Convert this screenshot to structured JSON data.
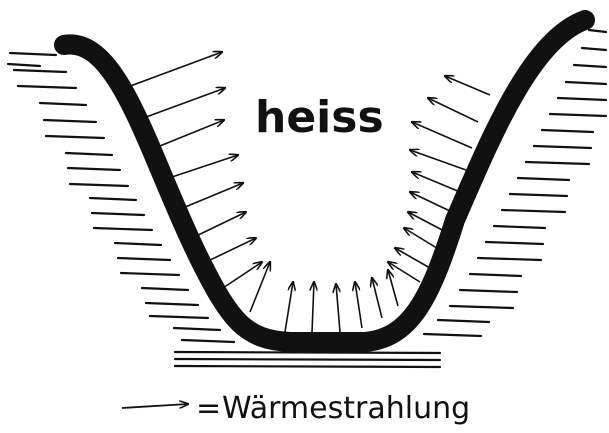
{
  "diagram": {
    "label_hot": "heiss",
    "legend_equals": "=",
    "legend_text": "Wärmestrahlung",
    "colors": {
      "ink": "#111111",
      "paper": "#ffffff"
    },
    "icons": [
      "arrow-icon",
      "hatching",
      "trough-curve"
    ]
  }
}
